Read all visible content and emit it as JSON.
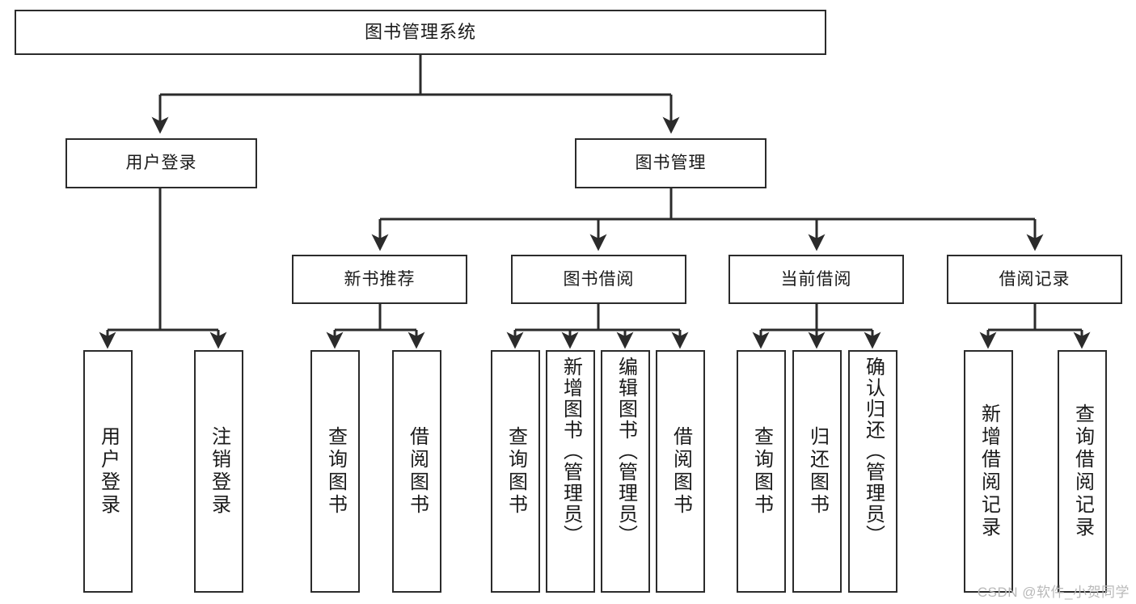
{
  "diagram": {
    "type": "tree-hierarchy",
    "title": "图书管理系统",
    "root": {
      "label": "图书管理系统"
    },
    "level2": [
      {
        "label": "用户登录"
      },
      {
        "label": "图书管理"
      }
    ],
    "level3": [
      {
        "label": "新书推荐"
      },
      {
        "label": "图书借阅"
      },
      {
        "label": "当前借阅"
      },
      {
        "label": "借阅记录"
      }
    ],
    "leaves": {
      "user_login": [
        {
          "label": "用户登录"
        },
        {
          "label": "注销登录"
        }
      ],
      "new_book": [
        {
          "label": "查询图书"
        },
        {
          "label": "借阅图书"
        }
      ],
      "borrow_book": [
        {
          "label": "查询图书"
        },
        {
          "label": "新增图书（管理员）"
        },
        {
          "label": "编辑图书（管理员）"
        },
        {
          "label": "借阅图书"
        }
      ],
      "current_borrow": [
        {
          "label": "查询图书"
        },
        {
          "label": "归还图书"
        },
        {
          "label": "确认归还（管理员）"
        }
      ],
      "borrow_record": [
        {
          "label": "新增借阅记录"
        },
        {
          "label": "查询借阅记录"
        }
      ]
    }
  },
  "watermark": {
    "text": "CSDN @软件_小贺同学"
  },
  "colors": {
    "stroke": "#2b2b2b",
    "background": "#ffffff",
    "text": "#1a1a1a",
    "watermark": "#b9b9b9"
  }
}
